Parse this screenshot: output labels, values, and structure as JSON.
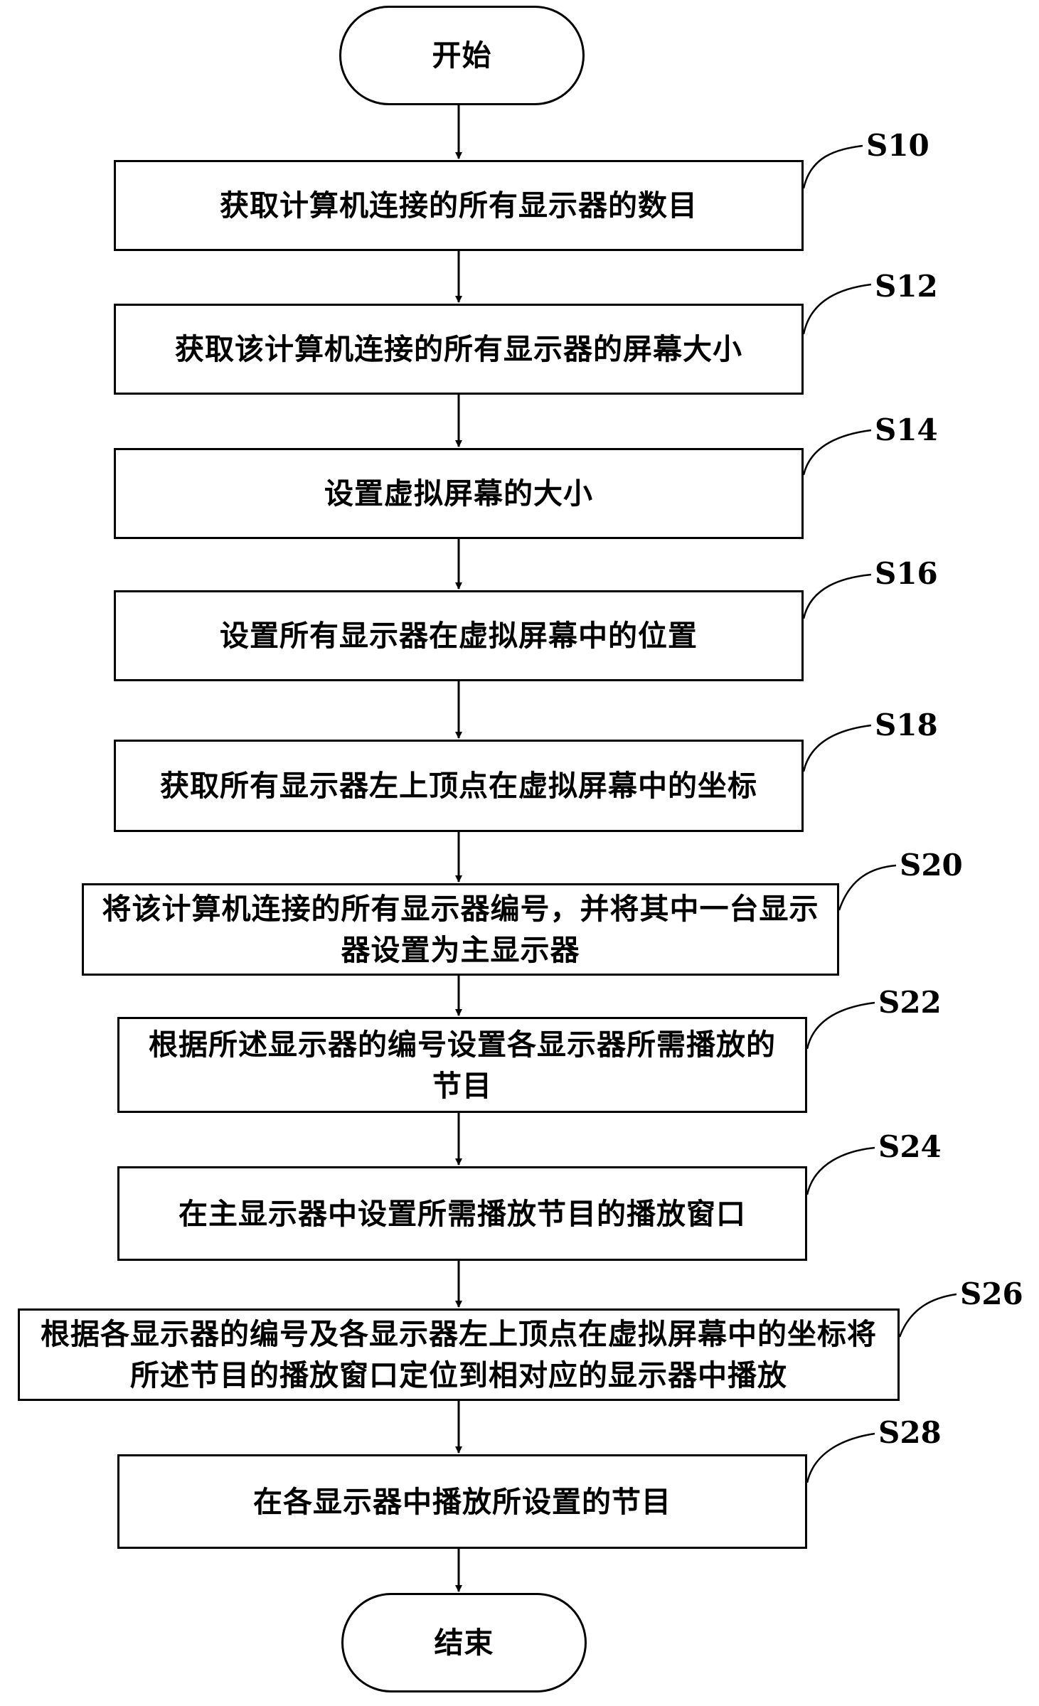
{
  "flowchart": {
    "start": "开始",
    "end": "结束",
    "steps": [
      {
        "id": "S10",
        "text": "获取计算机连接的所有显示器的数目"
      },
      {
        "id": "S12",
        "text": "获取该计算机连接的所有显示器的屏幕大小"
      },
      {
        "id": "S14",
        "text": "设置虚拟屏幕的大小"
      },
      {
        "id": "S16",
        "text": "设置所有显示器在虚拟屏幕中的位置"
      },
      {
        "id": "S18",
        "text": "获取所有显示器左上顶点在虚拟屏幕中的坐标"
      },
      {
        "id": "S20",
        "text": "将该计算机连接的所有显示器编号，并将其中一台显示器设置为主显示器"
      },
      {
        "id": "S22",
        "text": "根据所述显示器的编号设置各显示器所需播放的节目"
      },
      {
        "id": "S24",
        "text": "在主显示器中设置所需播放节目的播放窗口"
      },
      {
        "id": "S26",
        "text": "根据各显示器的编号及各显示器左上顶点在虚拟屏幕中的坐标将所述节目的播放窗口定位到相对应的显示器中播放"
      },
      {
        "id": "S28",
        "text": "在各显示器中播放所设置的节目"
      }
    ]
  }
}
